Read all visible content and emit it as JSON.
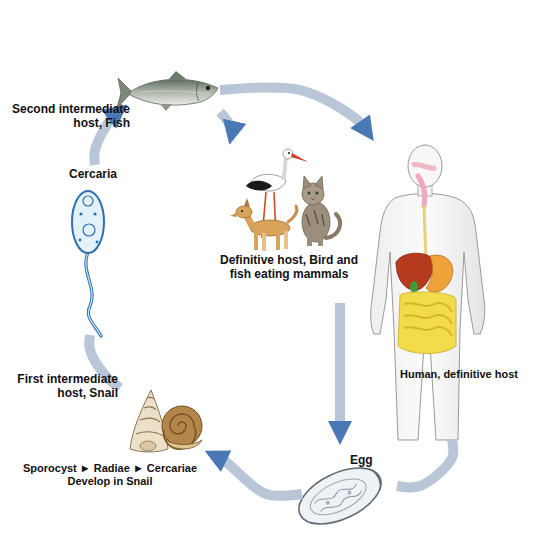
{
  "diagram": {
    "nodes": [
      {
        "text": [
          "Second intermediate host, Fish"
        ]
      },
      {
        "text": [
          "Definitive host, Bird and fish eating mammals"
        ]
      },
      {
        "text": [
          "Human, definitive host"
        ]
      },
      {
        "text": [
          "Egg"
        ]
      },
      {
        "text": [
          "First intermediate host, Snail",
          "Sporocyst ► Radiae ► Cercariae Develop in Snail"
        ]
      },
      {
        "text": [
          "Cercaria"
        ]
      }
    ],
    "edges": [
      {
        "from": 5,
        "to": 0,
        "arrow": "to"
      },
      {
        "from": 0,
        "to": 2,
        "arrow": "to"
      },
      {
        "from": 0,
        "to": 1,
        "arrow": "to"
      },
      {
        "from": 1,
        "to": 3,
        "arrow": "to"
      },
      {
        "from": 2,
        "to": 3,
        "arrow": "none"
      },
      {
        "from": 3,
        "to": 4,
        "arrow": "to"
      },
      {
        "from": 4,
        "to": 5,
        "arrow": "none"
      }
    ]
  }
}
